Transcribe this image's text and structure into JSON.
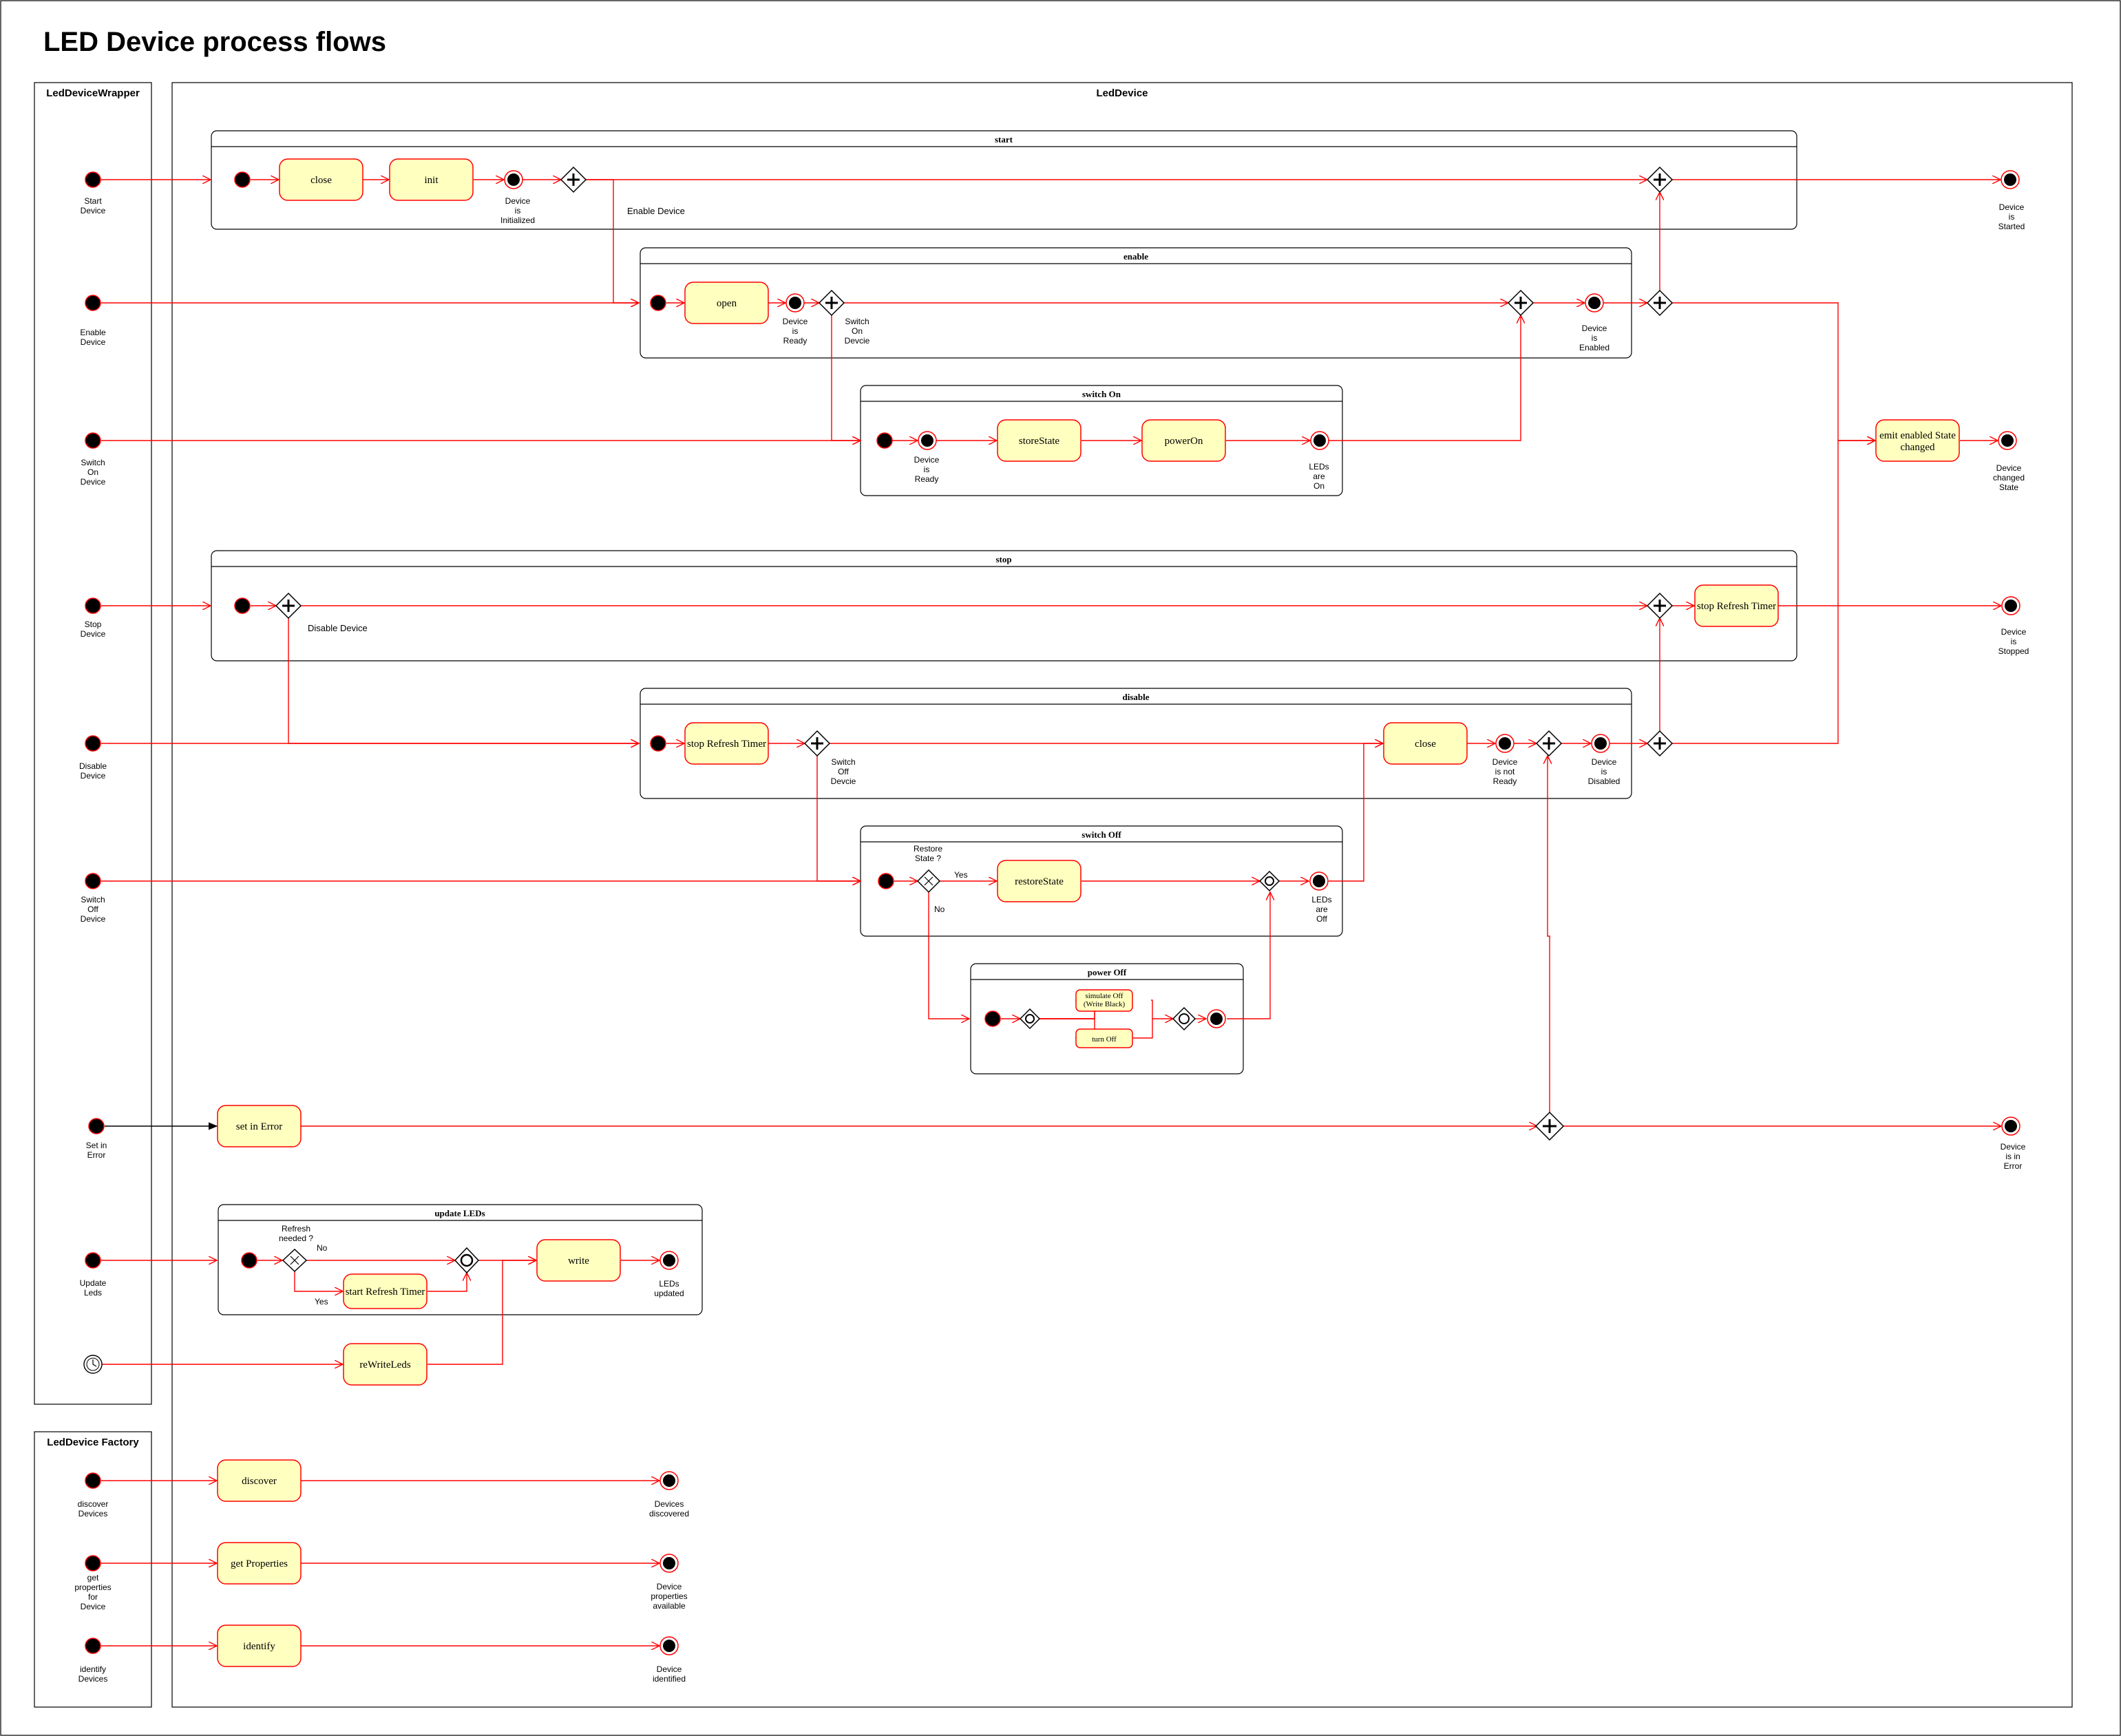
{
  "title": "LED Device process flows",
  "lanes": {
    "wrapper": "LedDeviceWrapper",
    "device": "LedDevice",
    "factory": "LedDevice Factory"
  },
  "colors": {
    "flow": "#ff0000",
    "activity_fill": "#ffffc0",
    "line": "#000000"
  },
  "composites": {
    "start": "start",
    "enable": "enable",
    "switch_on": "switch On",
    "stop": "stop",
    "disable": "disable",
    "switch_off": "switch Off",
    "power_off": "power Off",
    "update_leds": "update LEDs"
  },
  "entry_points": {
    "start_device": "Start\nDevice",
    "enable_device": "Enable\nDevice",
    "switch_on_device": "Switch\nOn\nDevice",
    "stop_device": "Stop\nDevice",
    "disable_device": "Disable\nDevice",
    "switch_off_device": "Switch\nOff\nDevice",
    "set_in_error": "Set in\nError",
    "update_leds": "Update\nLeds",
    "discover_devices": "discover\nDevices",
    "get_properties": "get\nproperties\nfor\nDevice",
    "identify_devices": "identify\nDevices"
  },
  "activities": {
    "close": "close",
    "init": "init",
    "open": "open",
    "store_state": "storeState",
    "power_on": "powerOn",
    "emit_enabled": "emit enabled State\nchanged",
    "stop_refresh_timer": "stop Refresh Timer",
    "restore_state": "restoreState",
    "simulate_off": "simulate Off\n(Write Black)",
    "turn_off": "turn Off",
    "set_in_error": "set in Error",
    "start_refresh_timer": "start Refresh Timer",
    "write": "write",
    "rewrite_leds": "reWriteLeds",
    "discover": "discover",
    "get_properties": "get Properties",
    "identify": "identify"
  },
  "states": {
    "device_initialized": "Device\nis\nInitialized",
    "device_started": "Device\nis\nStarted",
    "device_ready": "Device\nis\nReady",
    "switch_on_device": "Switch\nOn\nDevcie",
    "device_enabled": "Device\nis\nEnabled",
    "leds_on": "LEDs\nare\nOn",
    "device_changed_state": "Device\nchanged\nState",
    "device_stopped": "Device\nis\nStopped",
    "switch_off_device": "Switch\nOff\nDevcie",
    "device_not_ready": "Device\nis not\nReady",
    "device_disabled": "Device\nis\nDisabled",
    "leds_off": "LEDs\nare\nOff",
    "device_in_error": "Device\nis in\nError",
    "leds_updated": "LEDs\nupdated",
    "devices_discovered": "Devices\ndiscovered",
    "device_properties": "Device\nproperties\navailable",
    "device_identified": "Device\nidentified"
  },
  "labels": {
    "enable_device": "Enable Device",
    "disable_device": "Disable Device",
    "restore_state_q": "Restore\nState ?",
    "yes": "Yes",
    "no": "No",
    "refresh_needed_q": "Refresh\nneeded ?"
  }
}
